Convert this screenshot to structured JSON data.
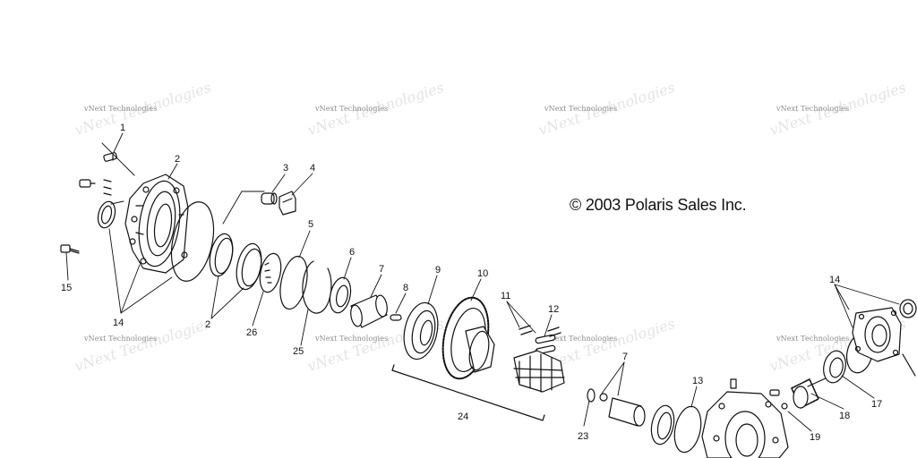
{
  "copyright": "© 2003 Polaris Sales Inc.",
  "watermark": "vNext Technologies",
  "callouts": [
    "1",
    "2",
    "2",
    "3",
    "4",
    "5",
    "6",
    "7",
    "7",
    "8",
    "9",
    "10",
    "11",
    "12",
    "13",
    "14",
    "14",
    "15",
    "17",
    "18",
    "19",
    "23",
    "24",
    "25",
    "26"
  ],
  "colors": {
    "line": "#111111",
    "watermark": "#8a8a8a",
    "background": "#ffffff"
  }
}
